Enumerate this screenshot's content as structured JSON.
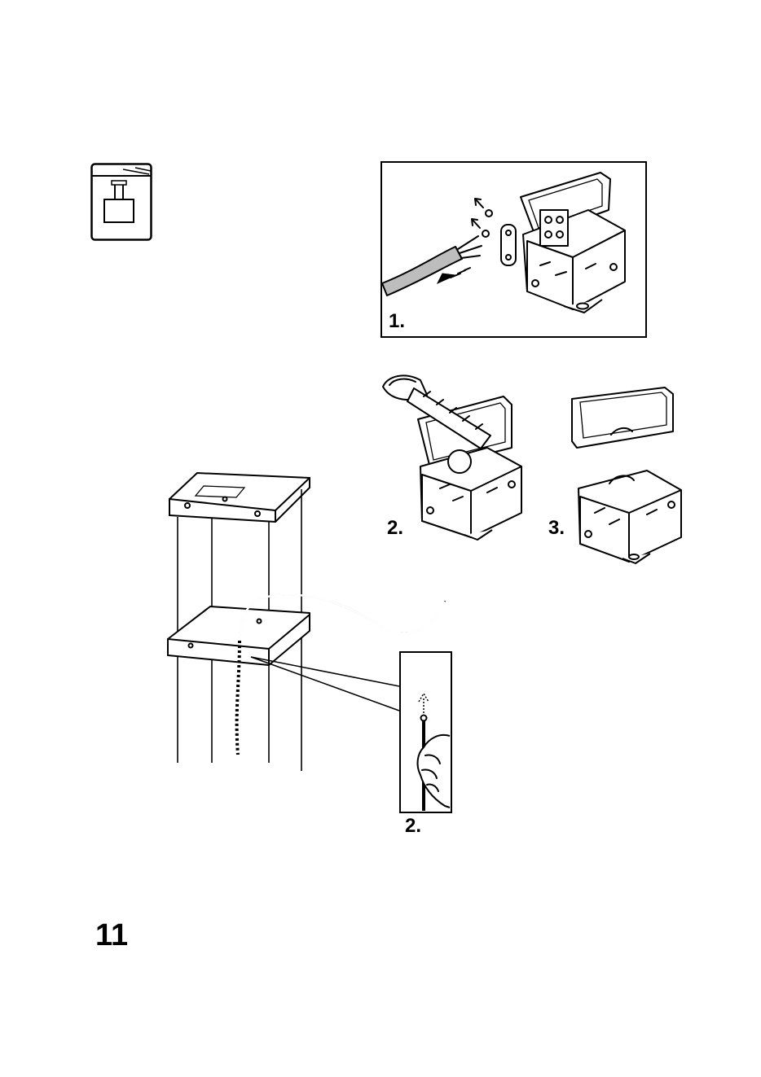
{
  "steps": {
    "step1": "1.",
    "step2": "2.",
    "step3": "3.",
    "detail_step": "2."
  },
  "page_number": "11",
  "icons": {
    "mounting_icon": "hood-mounting-icon",
    "junction_box": "junction-box-icon",
    "cutter": "utility-knife-icon",
    "cable": "power-cable-icon",
    "hand": "hand-icon"
  }
}
